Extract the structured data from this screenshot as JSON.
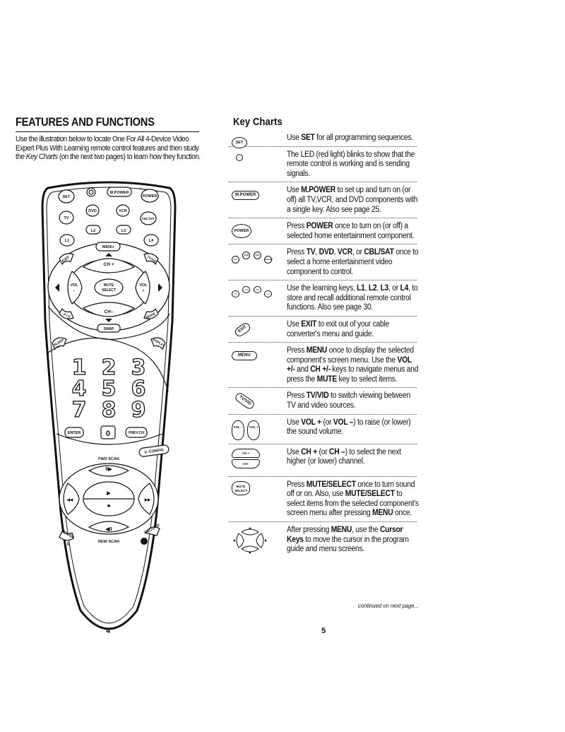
{
  "left": {
    "heading": "FEATURES AND FUNCTIONS",
    "intro_1": "Use the illustration below to locate One For All 4-Device Video Expert Plus  With Learning remote control features and then study the ",
    "intro_em": "Key Charts",
    "intro_2": " (on the next two pages) to learn how they function.",
    "page_number": "4"
  },
  "remote": {
    "set": "SET",
    "mpower": "M.POWER",
    "power": "POWER",
    "tv": "TV",
    "dvd": "DVD",
    "vcr": "VCR",
    "cblsat": "CBL/SAT",
    "l1": "L1",
    "l2": "L2",
    "l3": "L3",
    "l4": "L4",
    "menu": "MENU",
    "exit": "EXIT",
    "tvvid": "TV/VID",
    "chplus": "CH +",
    "chminus": "CH–",
    "vol_left": "VOL",
    "vol_left_sign": "–",
    "vol_right": "VOL",
    "vol_right_sign": "+",
    "mute": "MUTE",
    "select": "SELECT",
    "pip": "P I P",
    "mode": "MODE",
    "swap": "SWAP",
    "sleep": "SLEEP",
    "display": "DISPLAY",
    "digits": [
      "1",
      "2",
      "3",
      "4",
      "5",
      "6",
      "7",
      "8",
      "9"
    ],
    "zero": "0",
    "enter": "ENTER",
    "prevch": "PREV.CH",
    "vconfig": "V. CONFIG",
    "fwdscan": "FWD SCAN",
    "rewscan": "REW SCAN",
    "pause": "PAUSE",
    "record": "RECORD",
    "play": "▶",
    "stop": "■",
    "ff": "▶▶",
    "rew": "◀◀",
    "fwd_sym": "II▶",
    "rev_sym": "◀II",
    "pause_sym": "II"
  },
  "right": {
    "heading": "Key Charts",
    "continued": "continued on next page...",
    "page_number": "5",
    "rows": [
      {
        "icon": "SET",
        "d1": "Use ",
        "b1": "SET",
        "d2": " for all programming sequences."
      },
      {
        "icon": "",
        "d1": "The LED (red light) blinks to show that the remote control is working and is sending signals."
      },
      {
        "icon": "M.POWER",
        "d1": "Use ",
        "b1": "M.POWER",
        "d2": " to set up and turn on (or off) all TV,VCR, and DVD components with a single key. Also see page 25."
      },
      {
        "icon": "POWER",
        "d1": "Press ",
        "b1": "POWER",
        "d2": " once to turn on (or off) a selected home entertainment component."
      },
      {
        "icon_labels": [
          "TV",
          "DVD",
          "VCR",
          "CBL/SAT"
        ],
        "d1": "Press ",
        "b1": "TV",
        "d2": ", ",
        "b2": "DVD",
        "d3": ", ",
        "b3": "VCR",
        "d4": ", or ",
        "b4": "CBL/SAT",
        "d5": " once to select a home entertainment video component to control."
      },
      {
        "icon_labels": [
          "L1",
          "L2",
          "L3",
          "L4"
        ],
        "d1": "Use the learning keys, ",
        "b1": "L1",
        "d2": ", ",
        "b2": "L2",
        "d3": ", ",
        "b3": "L3",
        "d4": ", or ",
        "b4": "L4",
        "d5": ", to store and recall additional remote control functions. Also see page 30."
      },
      {
        "icon": "EXIT",
        "d1": "Use ",
        "b1": "EXIT",
        "d2": " to exit out of your cable converter's menu and guide."
      },
      {
        "icon": "MENU",
        "d1": "Press ",
        "b1": "MENU",
        "d2": " once to display the selected component's screen menu. Use the ",
        "b2": "VOL +/-",
        "d3": " and ",
        "b3": "CH +/-",
        "d4": " keys to navigate menus and press the ",
        "b4": "MUTE",
        "d5": " key to select items."
      },
      {
        "icon": "TV/VID",
        "d1": "Press ",
        "b1": "TV/VID",
        "d2": " to switch viewing between TV and video sources."
      },
      {
        "icon_labels": [
          "VOL –",
          "VOL +"
        ],
        "d1": "Use ",
        "b1": "VOL +",
        "d2": " (or ",
        "b2": "VOL –",
        "d3": ") to raise (or lower) the sound volume."
      },
      {
        "icon_labels": [
          "CH +",
          "CH–"
        ],
        "d1": "Use ",
        "b1": "CH +",
        "d2": " (or ",
        "b2": "CH –",
        "d3": ") to select the next higher (or lower) channel."
      },
      {
        "icon_labels": [
          "MUTE",
          "SELECT"
        ],
        "d1": "Press ",
        "b1": "MUTE/SELECT",
        "d2": " once to turn sound off or on. Also, use ",
        "b2": "MUTE/SELECT",
        "d3": " to select items from the selected component's screen menu after pressing ",
        "b3": "MENU",
        "d4": " once."
      },
      {
        "icon": "",
        "d1": "After pressing ",
        "b1": "MENU",
        "d2": ", use the ",
        "b2": "Cursor Keys",
        "d3": " to move the cursor in the program guide and menu screens."
      }
    ]
  }
}
